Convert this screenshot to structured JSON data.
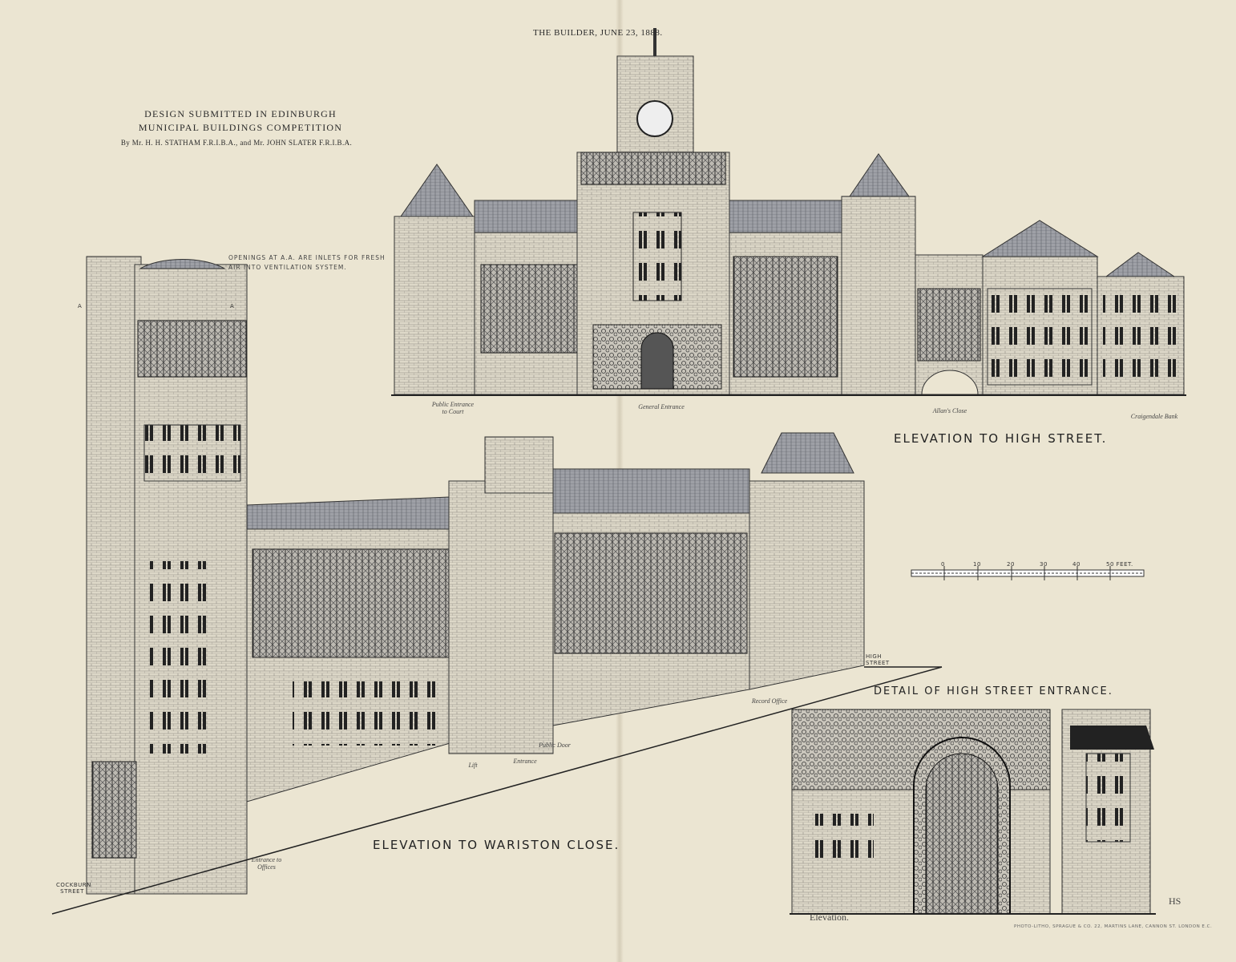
{
  "header": {
    "running_title": "THE BUILDER, JUNE 23, 1888."
  },
  "title": {
    "line1": "DESIGN SUBMITTED IN EDINBURGH",
    "line2": "MUNICIPAL BUILDINGS COMPETITION",
    "authors": "By Mr. H. H. STATHAM F.R.I.B.A., and Mr. JOHN SLATER F.R.I.B.A."
  },
  "note": {
    "line1": "OPENINGS AT A.A. ARE INLETS FOR FRESH",
    "line2": "AIR INTO VENTILATION SYSTEM."
  },
  "marks": {
    "a_left": "A",
    "a_right": "A"
  },
  "high_street_elevation": {
    "caption": "ELEVATION TO HIGH STREET.",
    "labels": [
      "Public Entrance to Court",
      "General Entrance",
      "Allan's Close",
      "Craigendale Bank"
    ]
  },
  "wariston_elevation": {
    "caption": "ELEVATION TO WARISTON CLOSE.",
    "labels": [
      "Lift",
      "Entrance",
      "Public Door",
      "Record Office",
      "Entrance to Offices"
    ],
    "high_street": "HIGH STREET",
    "cockburn_street": "COCKBURN STREET"
  },
  "scale": {
    "ticks": [
      "0",
      "10",
      "20",
      "30",
      "40",
      "50 FEET."
    ]
  },
  "detail": {
    "caption": "DETAIL OF HIGH STREET ENTRANCE.",
    "sub": "Elevation.",
    "monogram": "HS"
  },
  "printer": "PHOTO-LITHO, SPRAGUE & CO. 22, MARTINS LANE, CANNON ST. LONDON E.C."
}
